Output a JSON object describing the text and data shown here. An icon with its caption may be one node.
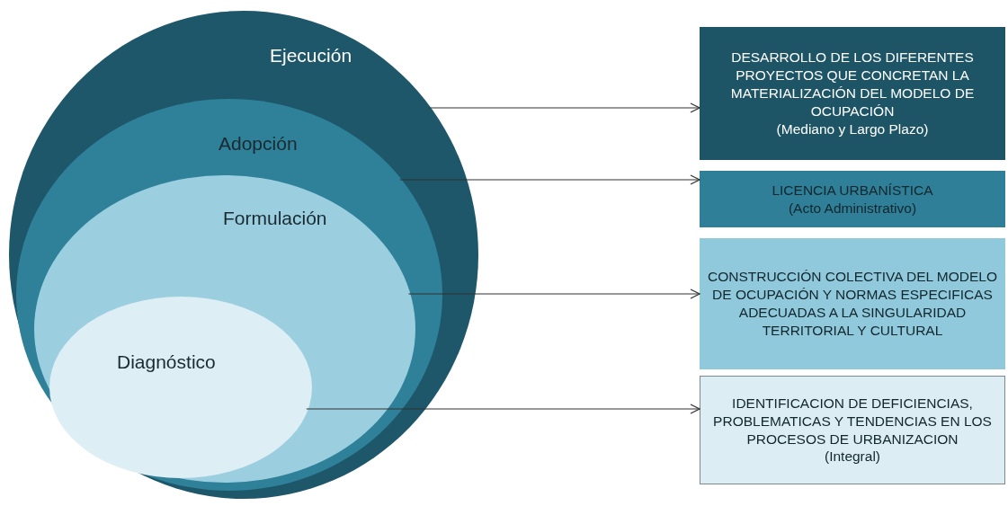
{
  "diagram": {
    "nodes": [
      {
        "text": [
          "Ejecución"
        ]
      },
      {
        "text": [
          "Adopción"
        ],
        "in": 0
      },
      {
        "text": [
          "Formulación"
        ],
        "in": 1
      },
      {
        "text": [
          "Diagnóstico"
        ],
        "in": 2
      },
      {
        "text": [
          "DESARROLLO DE LOS DIFERENTES PROYECTOS QUE CONCRETAN LA MATERIALIZACIÓN DEL MODELO DE OCUPACIÓN",
          "(Mediano y Largo Plazo)"
        ]
      },
      {
        "text": [
          "LICENCIA URBANÍSTICA",
          "(Acto Administrativo)"
        ]
      },
      {
        "text": [
          "CONSTRUCCIÓN COLECTIVA DEL MODELO DE OCUPACIÓN Y NORMAS ESPECIFICAS ADECUADAS A LA SINGULARIDAD TERRITORIAL Y CULTURAL"
        ]
      },
      {
        "text": [
          "IDENTIFICACION DE DEFICIENCIAS, PROBLEMATICAS Y TENDENCIAS EN LOS PROCESOS DE URBANIZACION",
          "(Integral)"
        ]
      }
    ],
    "edges": [
      {
        "from": 0,
        "to": 4,
        "arrow": "to"
      },
      {
        "from": 1,
        "to": 5,
        "arrow": "to"
      },
      {
        "from": 2,
        "to": 6,
        "arrow": "to"
      },
      {
        "from": 3,
        "to": 7,
        "arrow": "to"
      }
    ]
  }
}
